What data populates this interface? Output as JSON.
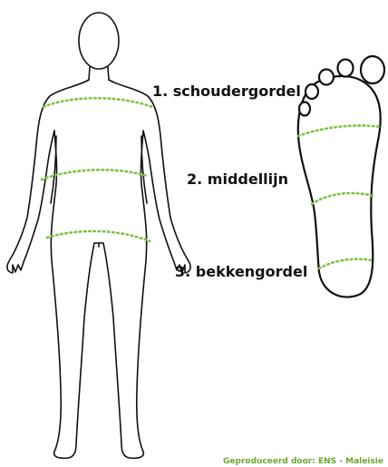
{
  "labels": {
    "shoulder": "1. schoudergordel",
    "midline": "2. middellijn",
    "pelvis": "3. bekkengordel"
  },
  "credit": "Geproduceerd door: ENS - Maleisie",
  "colors": {
    "guide_line": "#7cc242",
    "credit_text": "#6aa82f",
    "outline": "#111111"
  },
  "icons": {
    "body_figure": "human-body-front-icon",
    "foot": "foot-sole-icon"
  }
}
